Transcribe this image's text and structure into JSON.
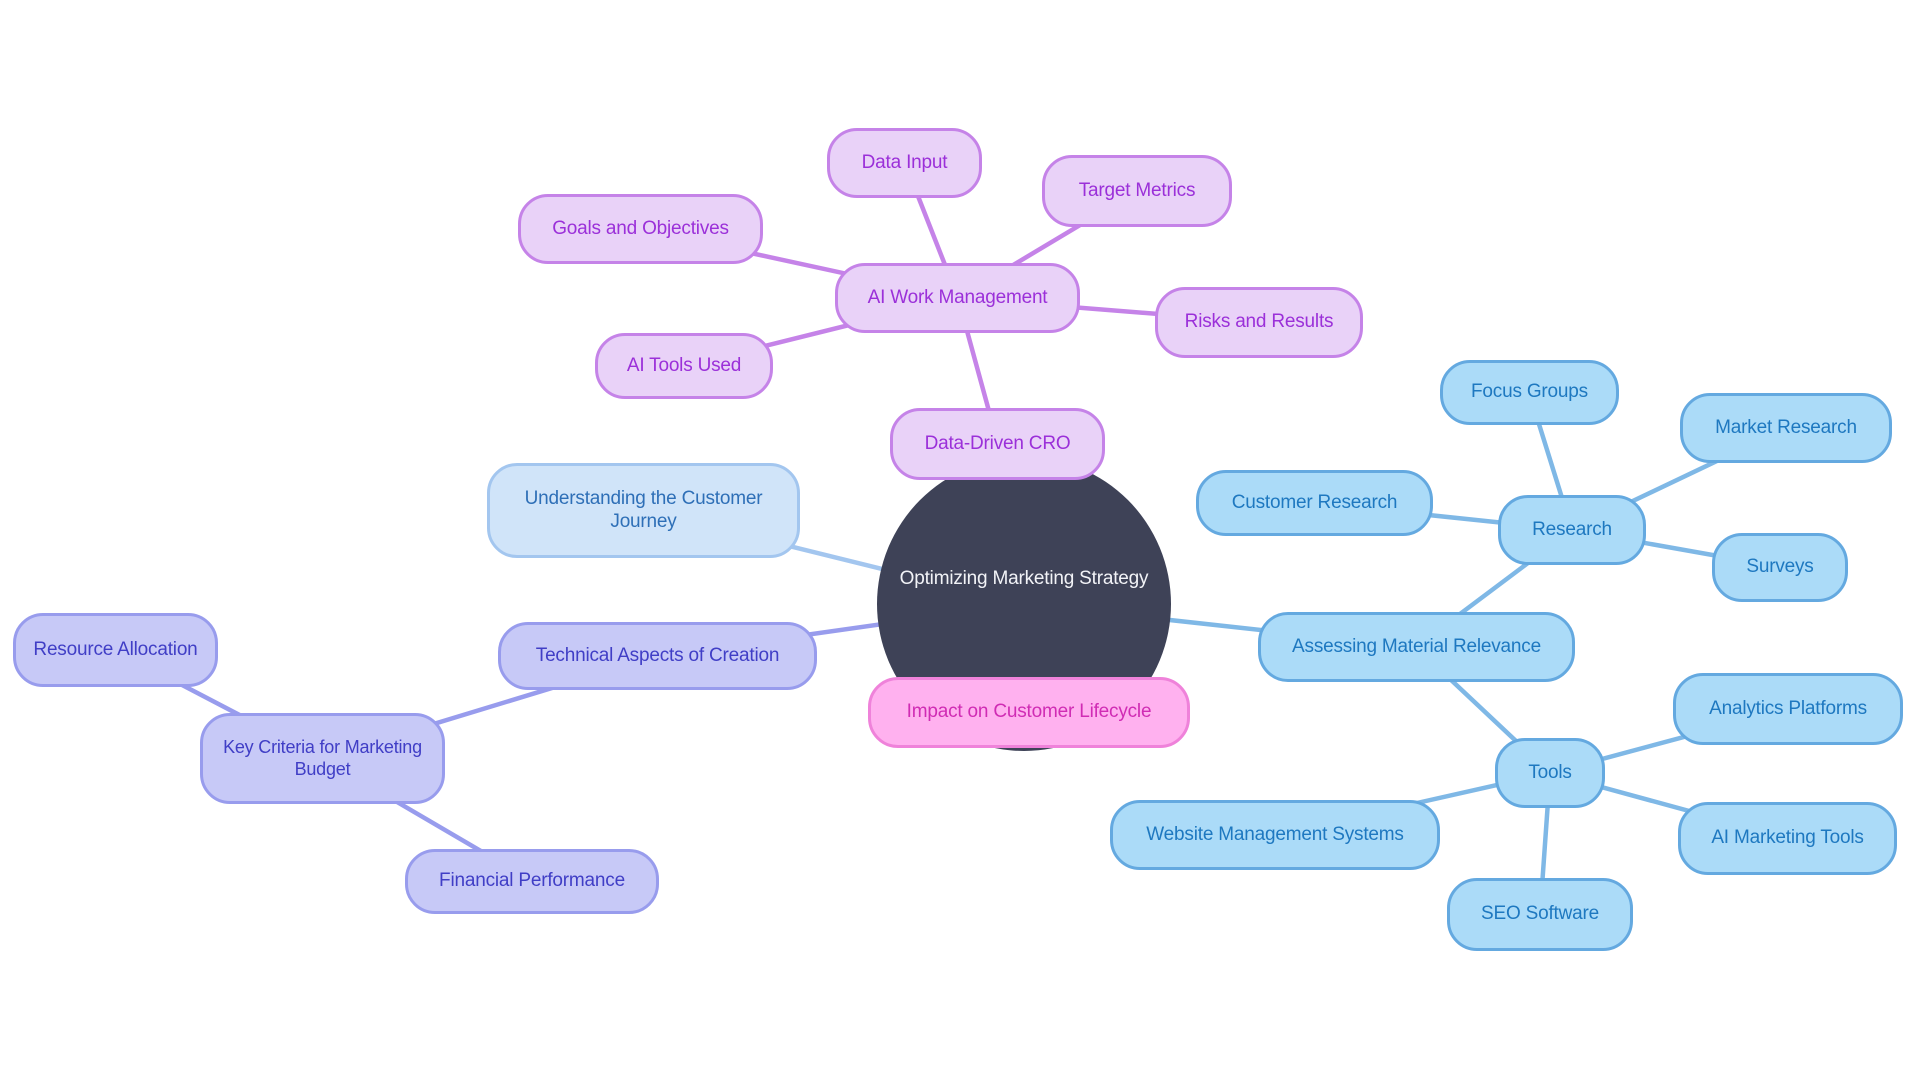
{
  "title": "Optimizing Marketing Strategy mind map",
  "center": {
    "label": "Optimizing Marketing Strategy"
  },
  "nodes": {
    "data_driven_cro": {
      "label": "Data-Driven CRO",
      "group": "purple"
    },
    "ai_work_management": {
      "label": "AI Work Management",
      "group": "purple"
    },
    "data_input": {
      "label": "Data Input",
      "group": "purple"
    },
    "target_metrics": {
      "label": "Target Metrics",
      "group": "purple"
    },
    "goals_and_objectives": {
      "label": "Goals and Objectives",
      "group": "purple"
    },
    "ai_tools_used": {
      "label": "AI Tools Used",
      "group": "purple"
    },
    "risks_and_results": {
      "label": "Risks and Results",
      "group": "purple"
    },
    "understanding_customer_journey": {
      "label": "Understanding the Customer Journey",
      "group": "lightblue"
    },
    "technical_aspects_of_creation": {
      "label": "Technical Aspects of Creation",
      "group": "periwinkle"
    },
    "key_criteria_marketing_budget": {
      "label": "Key Criteria for Marketing Budget",
      "group": "periwinkle"
    },
    "resource_allocation": {
      "label": "Resource Allocation",
      "group": "periwinkle"
    },
    "financial_performance": {
      "label": "Financial Performance",
      "group": "periwinkle"
    },
    "impact_on_customer_lifecycle": {
      "label": "Impact on Customer Lifecycle",
      "group": "pink"
    },
    "assessing_material_relevance": {
      "label": "Assessing Material Relevance",
      "group": "blue"
    },
    "research": {
      "label": "Research",
      "group": "blue"
    },
    "customer_research": {
      "label": "Customer Research",
      "group": "blue"
    },
    "focus_groups": {
      "label": "Focus Groups",
      "group": "blue"
    },
    "market_research": {
      "label": "Market Research",
      "group": "blue"
    },
    "surveys": {
      "label": "Surveys",
      "group": "blue"
    },
    "tools": {
      "label": "Tools",
      "group": "blue"
    },
    "website_management_systems": {
      "label": "Website Management Systems",
      "group": "blue"
    },
    "seo_software": {
      "label": "SEO Software",
      "group": "blue"
    },
    "ai_marketing_tools": {
      "label": "AI Marketing Tools",
      "group": "blue"
    },
    "analytics_platforms": {
      "label": "Analytics Platforms",
      "group": "blue"
    }
  },
  "edges": [
    {
      "from": "ai_work_management",
      "to": "data_input"
    },
    {
      "from": "ai_work_management",
      "to": "target_metrics"
    },
    {
      "from": "ai_work_management",
      "to": "goals_and_objectives"
    },
    {
      "from": "ai_work_management",
      "to": "ai_tools_used"
    },
    {
      "from": "ai_work_management",
      "to": "risks_and_results"
    },
    {
      "from": "data_driven_cro",
      "to": "ai_work_management"
    },
    {
      "from": "center",
      "to": "data_driven_cro"
    },
    {
      "from": "center",
      "to": "understanding_customer_journey"
    },
    {
      "from": "center",
      "to": "technical_aspects_of_creation"
    },
    {
      "from": "technical_aspects_of_creation",
      "to": "key_criteria_marketing_budget"
    },
    {
      "from": "key_criteria_marketing_budget",
      "to": "resource_allocation"
    },
    {
      "from": "key_criteria_marketing_budget",
      "to": "financial_performance"
    },
    {
      "from": "center",
      "to": "impact_on_customer_lifecycle"
    },
    {
      "from": "center",
      "to": "assessing_material_relevance"
    },
    {
      "from": "assessing_material_relevance",
      "to": "research"
    },
    {
      "from": "assessing_material_relevance",
      "to": "tools"
    },
    {
      "from": "research",
      "to": "customer_research"
    },
    {
      "from": "research",
      "to": "focus_groups"
    },
    {
      "from": "research",
      "to": "market_research"
    },
    {
      "from": "research",
      "to": "surveys"
    },
    {
      "from": "tools",
      "to": "website_management_systems"
    },
    {
      "from": "tools",
      "to": "seo_software"
    },
    {
      "from": "tools",
      "to": "ai_marketing_tools"
    },
    {
      "from": "tools",
      "to": "analytics_platforms"
    }
  ],
  "colors": {
    "background": "#ffffff",
    "center_fill": "#3e4257",
    "center_text": "#f2f3f7",
    "purple": {
      "fill": "#e9d2f8",
      "border": "#c583e8",
      "text": "#9b30d9"
    },
    "blue": {
      "fill": "#abdbf8",
      "border": "#64a9e0",
      "text": "#1e78c0"
    },
    "lightblue": {
      "fill": "#d0e4f9",
      "border": "#a3c6ef",
      "text": "#2e6fb7"
    },
    "periwinkle": {
      "fill": "#c7c9f7",
      "border": "#989ced",
      "text": "#403ec6"
    },
    "pink": {
      "fill": "#ffb1ef",
      "border": "#ef82da",
      "text": "#d02cb4"
    }
  }
}
